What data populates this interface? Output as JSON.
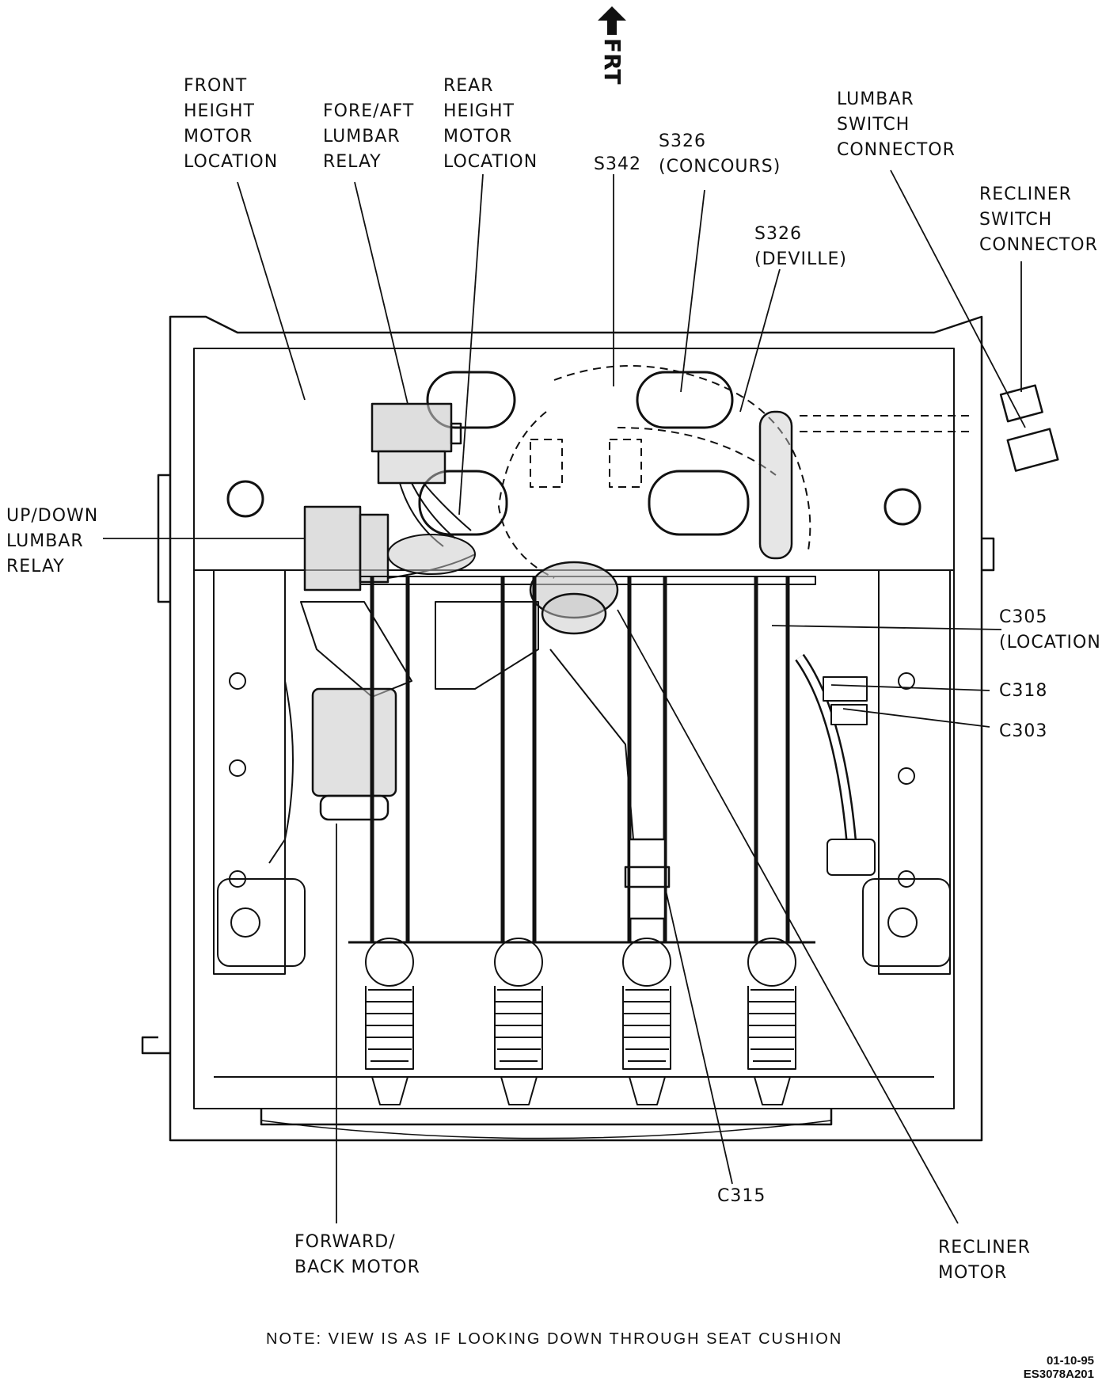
{
  "orientation": {
    "label": "FRT",
    "arrow": "up-arrow"
  },
  "labels": {
    "front_height_motor": [
      "FRONT",
      "HEIGHT",
      "MOTOR",
      "LOCATION"
    ],
    "fore_aft_lumbar_relay": [
      "FORE/AFT",
      "LUMBAR",
      "RELAY"
    ],
    "rear_height_motor": [
      "REAR",
      "HEIGHT",
      "MOTOR",
      "LOCATION"
    ],
    "s342": "S342",
    "s326_concours": [
      "S326",
      "(CONCOURS)"
    ],
    "s326_deville": [
      "S326",
      "(DEVILLE)"
    ],
    "lumbar_switch_connector": [
      "LUMBAR",
      "SWITCH",
      "CONNECTOR"
    ],
    "recliner_switch_connector": [
      "RECLINER",
      "SWITCH",
      "CONNECTOR"
    ],
    "up_down_lumbar_relay": [
      "UP/DOWN",
      "LUMBAR",
      "RELAY"
    ],
    "c305": [
      "C305",
      "(LOCATION)"
    ],
    "c318": "C318",
    "c303": "C303",
    "c315": "C315",
    "forward_back_motor": [
      "FORWARD/",
      "BACK MOTOR"
    ],
    "recliner_motor": [
      "RECLINER",
      "MOTOR"
    ]
  },
  "note": "NOTE: VIEW IS AS IF LOOKING DOWN THROUGH SEAT CUSHION",
  "drawing_code": {
    "date": "01-10-95",
    "id": "ES3078A201"
  },
  "colors": {
    "ink": "#111111",
    "paper": "#ffffff",
    "shade": "#c8c8c8"
  }
}
